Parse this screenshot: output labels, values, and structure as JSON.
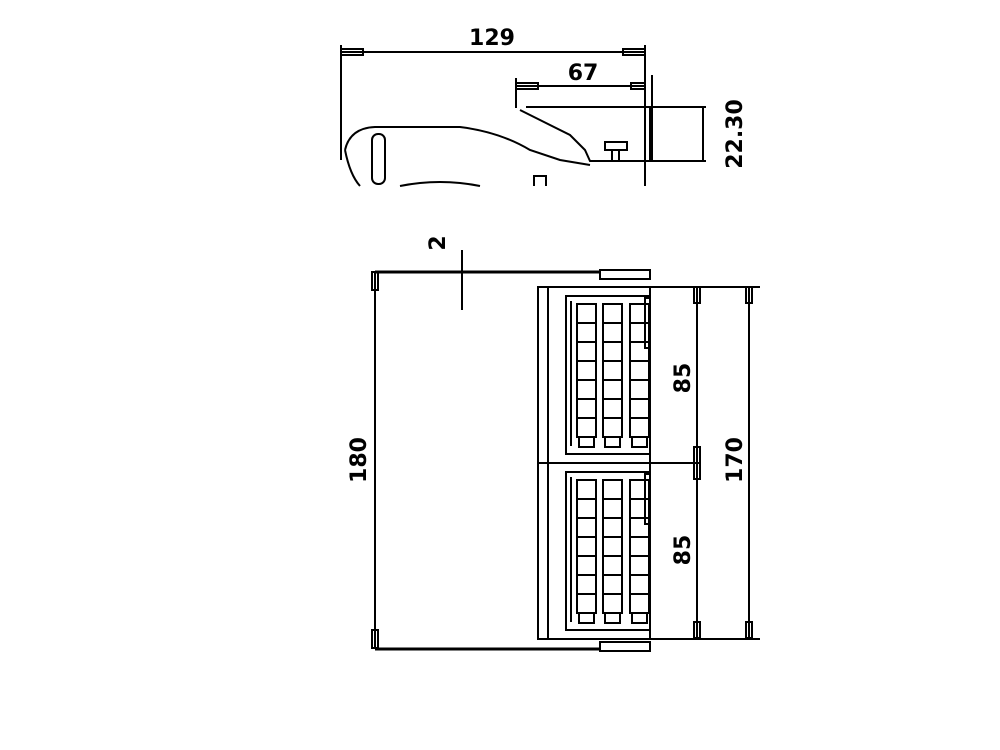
{
  "drawing": {
    "side_view": {
      "overall_width": "129",
      "front_width": "67",
      "thickness": "22.30"
    },
    "front_view": {
      "offset": "2",
      "overall_height": "180",
      "module_height_upper": "85",
      "module_height_lower": "85",
      "total_module_height": "170"
    },
    "colors": {
      "line": "#000000",
      "background": "#ffffff"
    },
    "grid": {
      "columns": 3,
      "rows_per_module": 7,
      "modules": 2
    }
  }
}
